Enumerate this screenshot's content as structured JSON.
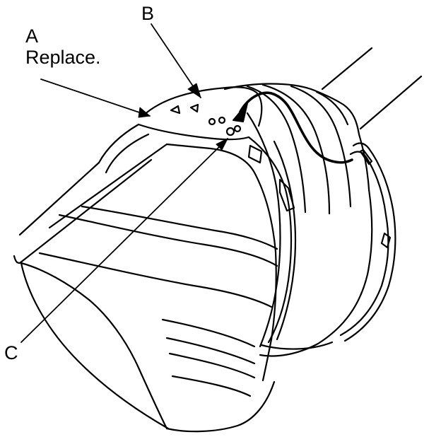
{
  "callouts": {
    "a": {
      "letter": "A",
      "note": "Replace."
    },
    "b": {
      "letter": "B"
    },
    "c": {
      "letter": "C"
    }
  },
  "colors": {
    "stroke": "#000000",
    "fill": "#ffffff"
  }
}
